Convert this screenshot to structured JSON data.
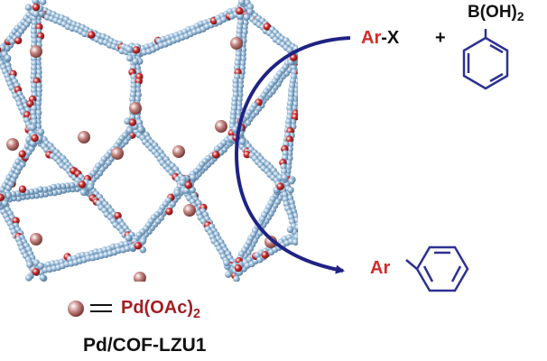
{
  "reaction": {
    "reactant_aryl": "Ar",
    "reactant_halide": "-X",
    "plus": "+",
    "boronic_group": "B(OH)",
    "boronic_subscript": "2",
    "product_aryl": "Ar"
  },
  "legend": {
    "catalyst_main": "Pd(OAc)",
    "catalyst_subscript": "2"
  },
  "caption": "Pd/COF-LZU1",
  "colors": {
    "framework_atom": "#9dbfdd",
    "oxygen_atom": "#cc2b2b",
    "pd_sphere": "#c3837f",
    "arrow": "#1f2384",
    "ring": "#2e3192",
    "aryl_text": "#d42a2a"
  },
  "icons": [
    "framework-structure-image",
    "benzene-ring-icon",
    "pd-sphere-icon",
    "curved-arrow-icon"
  ]
}
